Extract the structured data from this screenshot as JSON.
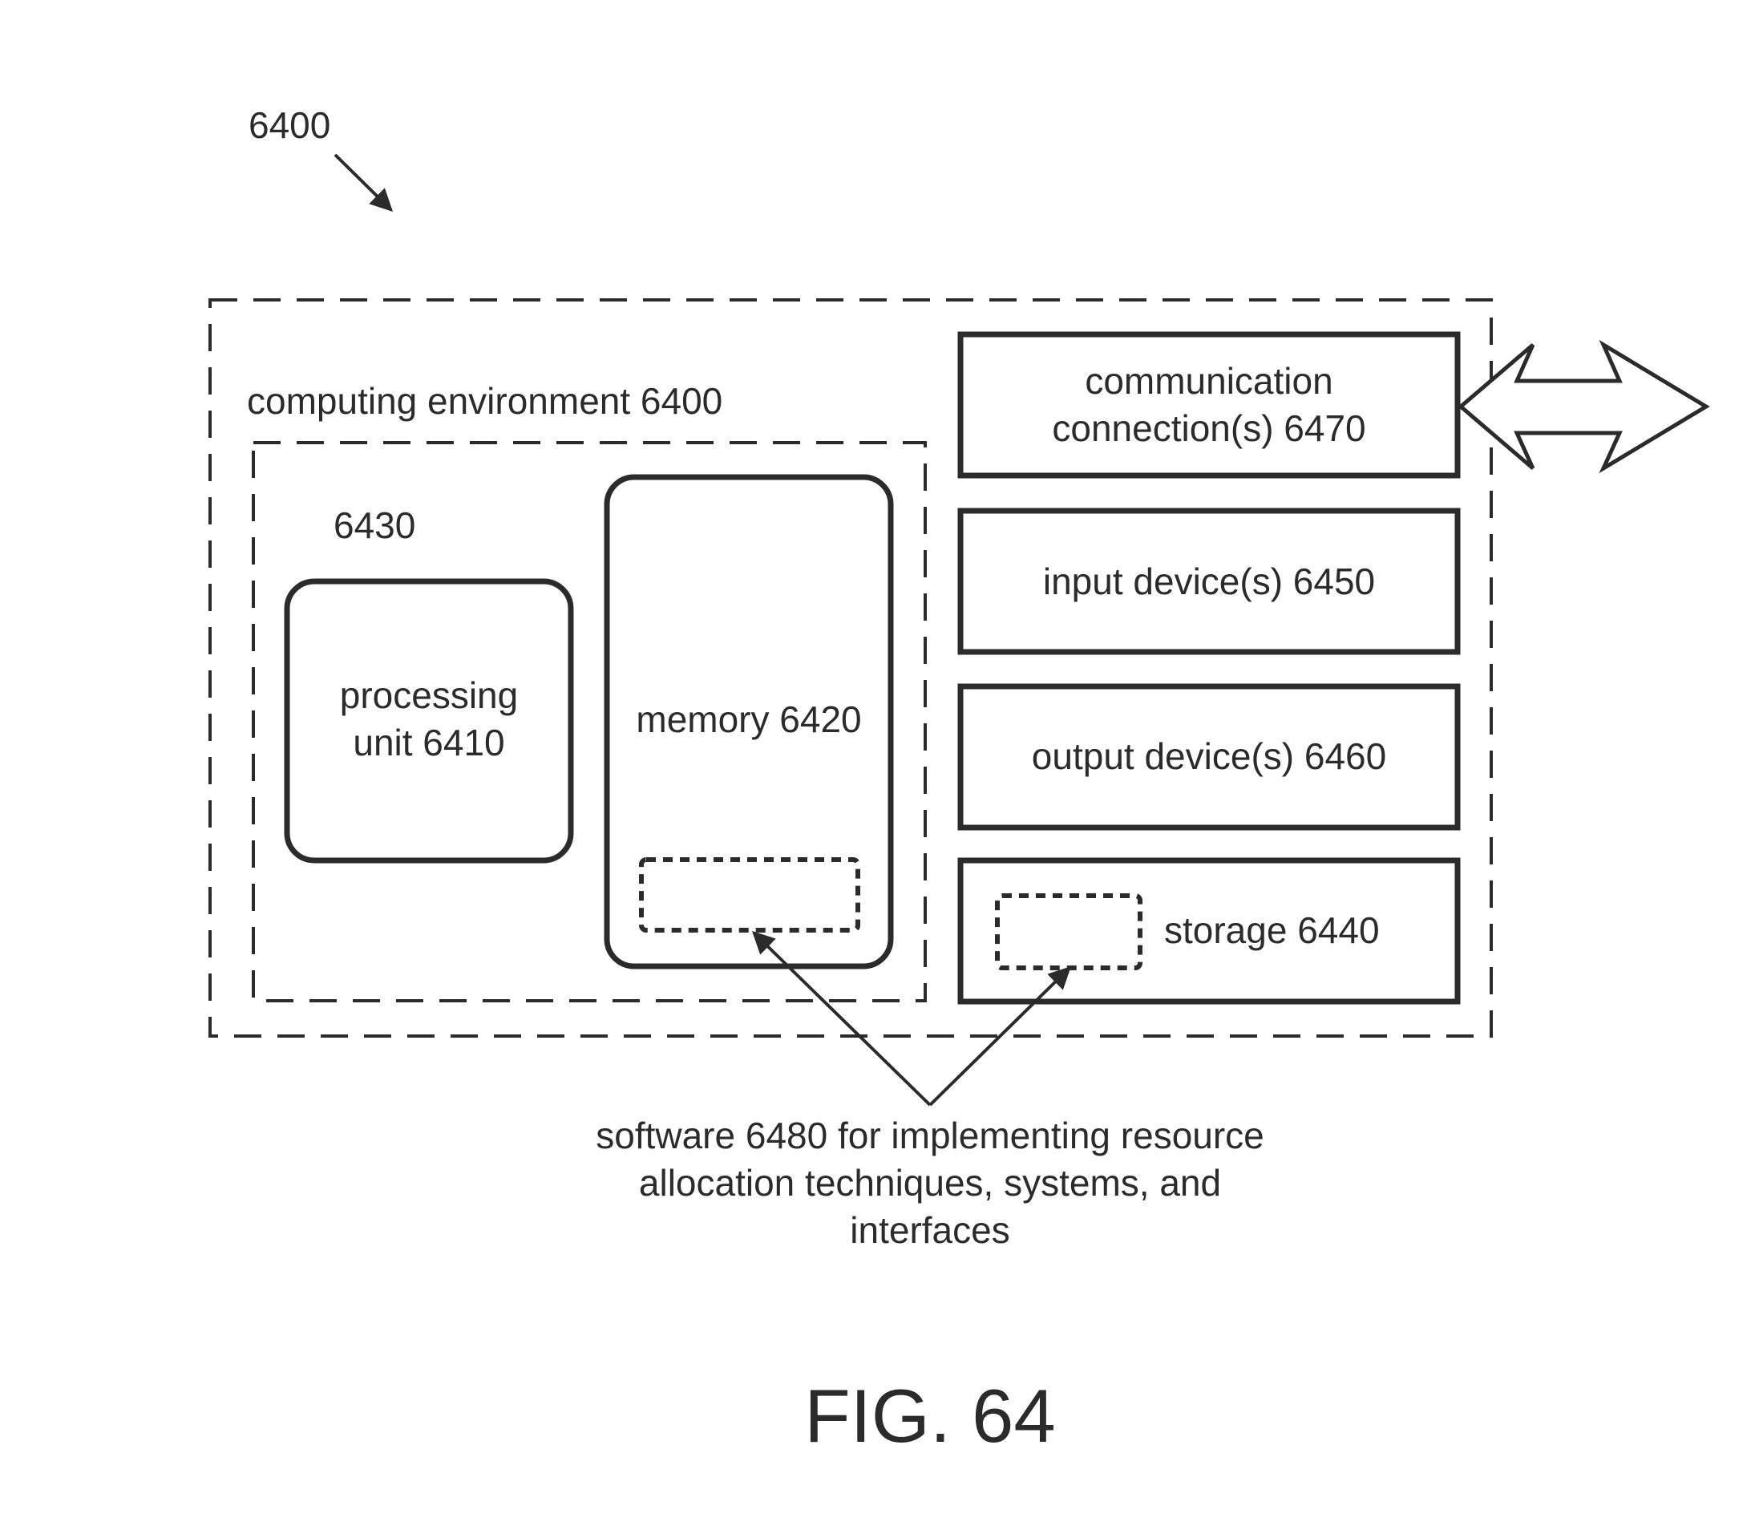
{
  "figure": {
    "ref_number": "6400",
    "caption": "FIG. 64"
  },
  "environment": {
    "label": "computing environment 6400",
    "core_group_ref": "6430"
  },
  "components": {
    "processing_unit": [
      "processing",
      "unit 6410"
    ],
    "memory": "memory 6420",
    "communication": [
      "communication",
      "connection(s) 6470"
    ],
    "input": "input device(s) 6450",
    "output": "output device(s) 6460",
    "storage": "storage 6440"
  },
  "software": {
    "lines": [
      "software 6480 for implementing resource",
      "allocation techniques, systems, and",
      "interfaces"
    ]
  }
}
